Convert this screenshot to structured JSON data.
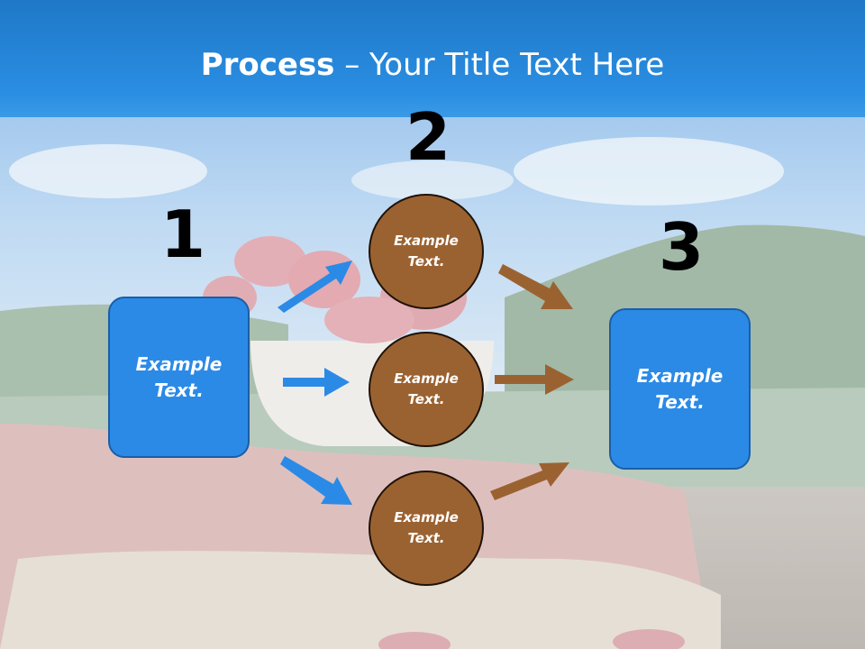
{
  "title": {
    "bold": "Process",
    "rest": " – Your Title Text Here"
  },
  "steps": {
    "one": "1",
    "two": "2",
    "three": "3"
  },
  "left_box": {
    "line1": "Example",
    "line2": "Text."
  },
  "right_box": {
    "line1": "Example",
    "line2": "Text."
  },
  "circles": [
    {
      "line1": "Example",
      "line2": "Text."
    },
    {
      "line1": "Example",
      "line2": "Text."
    },
    {
      "line1": "Example",
      "line2": "Text."
    }
  ],
  "colors": {
    "title_bar": "#2a8ee2",
    "box_fill": "#2b8ae6",
    "circle_fill": "#9b6231",
    "blue_arrow": "#2b8ae6",
    "brown_arrow": "#9b6231"
  }
}
